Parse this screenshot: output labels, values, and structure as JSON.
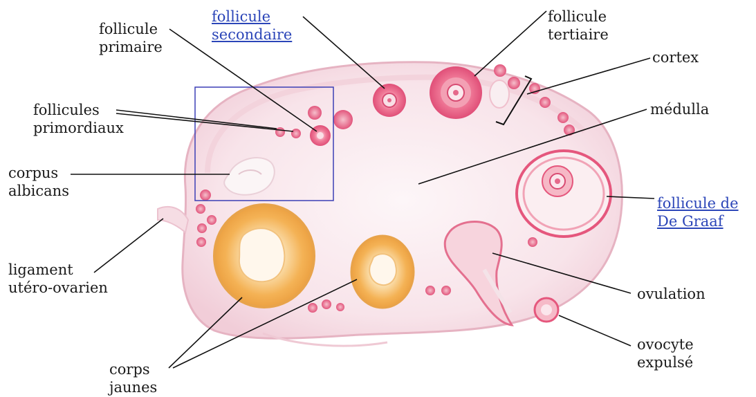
{
  "labels": {
    "follicule_primaire": [
      "follicule",
      "primaire"
    ],
    "follicule_secondaire": [
      "follicule",
      "secondaire"
    ],
    "follicule_tertiaire": [
      "follicule",
      "tertiaire"
    ],
    "cortex": "cortex",
    "follicules_primordiaux": [
      "follicules",
      "primordiaux"
    ],
    "medulla": "médulla",
    "corpus_albicans": [
      "corpus",
      "albicans"
    ],
    "follicule_de_graaf": [
      "follicule de",
      "De Graaf"
    ],
    "ligament": [
      "ligament",
      "utéro-ovarien"
    ],
    "ovulation": "ovulation",
    "ovocyte_expulse": [
      "ovocyte",
      "expulsé"
    ],
    "corps_jaunes": [
      "corps",
      "jaunes"
    ]
  },
  "colors": {
    "label_text": "#1a1a1a",
    "link_text": "#2b45b8",
    "leader_line": "#111111",
    "zoom_box": "#3b3fb5",
    "ovary_fill": "#f8e7ec",
    "ovary_outline": "#e8b9c6",
    "follicle_pink": "#e8557e",
    "corpus_luteum": "#f0a640"
  }
}
